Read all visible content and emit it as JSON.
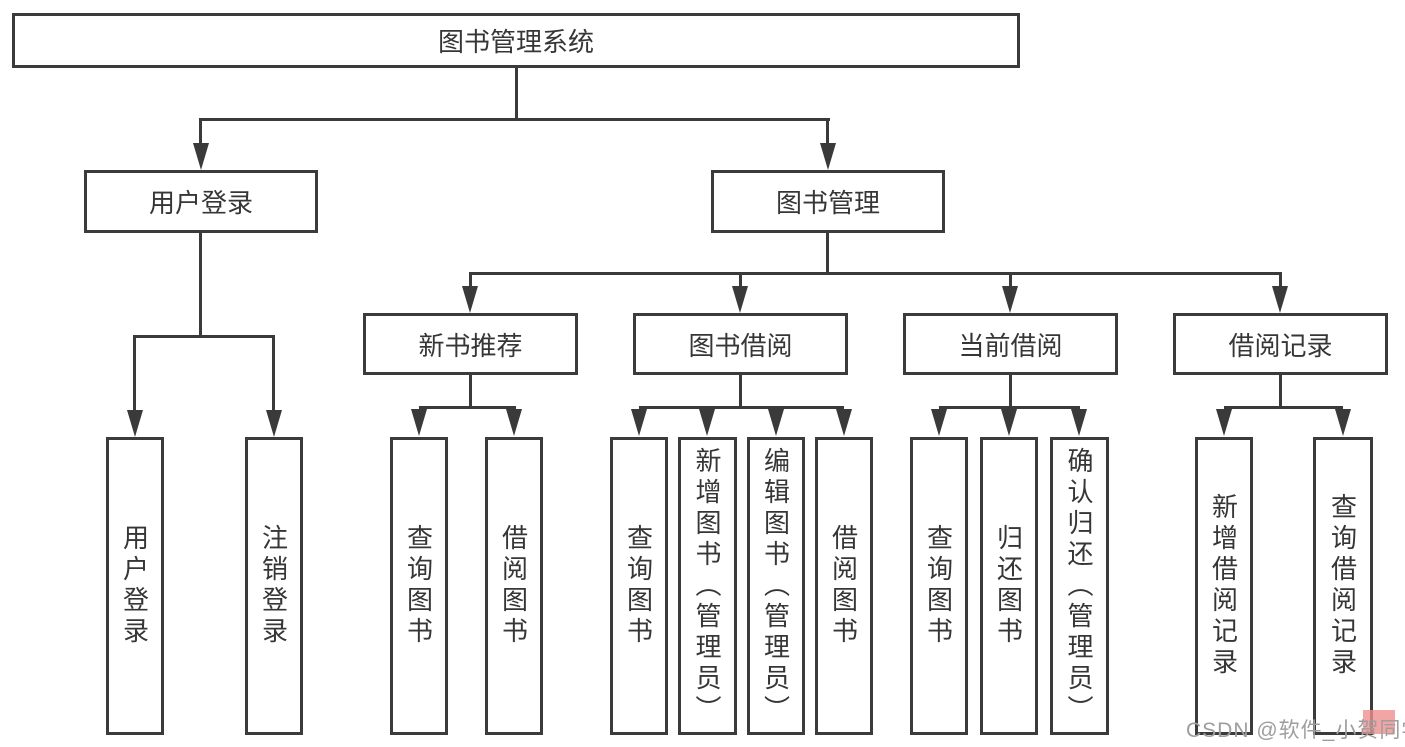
{
  "tree": {
    "label": "图书管理系统",
    "children": [
      {
        "label": "用户登录",
        "children": [
          {
            "label": "用户登录"
          },
          {
            "label": "注销登录"
          }
        ]
      },
      {
        "label": "图书管理",
        "children": [
          {
            "label": "新书推荐",
            "children": [
              {
                "label": "查询图书"
              },
              {
                "label": "借阅图书"
              }
            ]
          },
          {
            "label": "图书借阅",
            "children": [
              {
                "label": "查询图书"
              },
              {
                "label": "新增图书（管理员）"
              },
              {
                "label": "编辑图书（管理员）"
              },
              {
                "label": "借阅图书"
              }
            ]
          },
          {
            "label": "当前借阅",
            "children": [
              {
                "label": "查询图书"
              },
              {
                "label": "归还图书"
              },
              {
                "label": "确认归还（管理员）"
              }
            ]
          },
          {
            "label": "借阅记录",
            "children": [
              {
                "label": "新增借阅记录"
              },
              {
                "label": "查询借阅记录"
              }
            ]
          }
        ]
      }
    ]
  },
  "watermark": {
    "text": "CSDN @软件_小贺同学"
  },
  "colors": {
    "line": "#3a3a3a",
    "box_border": "#3b3b3b",
    "text": "#363636",
    "background": "#ffffff",
    "watermark_text": "#9e9e9e",
    "watermark_accent": "#ef8f8f"
  }
}
